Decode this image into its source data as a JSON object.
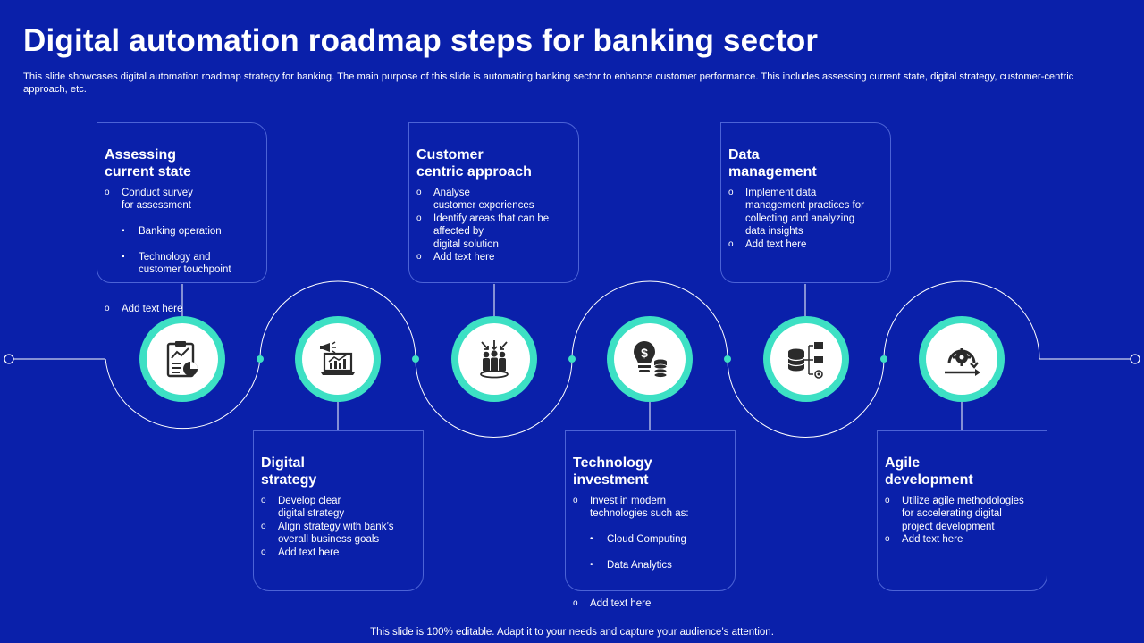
{
  "title": "Digital automation roadmap steps for banking sector",
  "subtitle": "This slide showcases digital automation roadmap strategy for banking. The main purpose of this slide is automating banking sector to enhance customer performance. This includes assessing current state, digital strategy, customer-centric approach, etc.",
  "footer": "This slide is 100% editable. Adapt it to your needs and capture your audience’s attention.",
  "colors": {
    "background": "#0a20aa",
    "accent": "#3de0c4",
    "card_border": "#4c63d6",
    "icon": "#2b2b2b"
  },
  "steps": [
    {
      "title": "Assessing\ncurrent state",
      "icon": "clipboard-chart-icon",
      "items": [
        "Conduct survey\nfor assessment",
        "Add text here"
      ],
      "subitems": [
        "Banking operation",
        "Technology and\ncustomer touchpoint"
      ]
    },
    {
      "title": "Digital\nstrategy",
      "icon": "megaphone-laptop-icon",
      "items": [
        "Develop clear\ndigital strategy",
        "Align strategy with bank’s\noverall business goals",
        "Add text here"
      ]
    },
    {
      "title": "Customer\ncentric approach",
      "icon": "customer-group-icon",
      "items": [
        "Analyse\ncustomer experiences",
        "Identify areas that can be\naffected by\ndigital solution",
        "Add text here"
      ]
    },
    {
      "title": "Technology\ninvestment",
      "icon": "bulb-coins-icon",
      "items": [
        "Invest in modern\ntechnologies such as:",
        "Add text here"
      ],
      "subitems": [
        "Cloud Computing",
        "Data Analytics"
      ]
    },
    {
      "title": "Data\nmanagement",
      "icon": "database-icon",
      "items": [
        "Implement data\nmanagement practices for\ncollecting and analyzing\ndata insights",
        "Add text here"
      ]
    },
    {
      "title": "Agile\ndevelopment",
      "icon": "agile-cycle-icon",
      "items": [
        "Utilize agile methodologies\nfor accelerating digital\nproject development",
        "Add text here"
      ]
    }
  ]
}
